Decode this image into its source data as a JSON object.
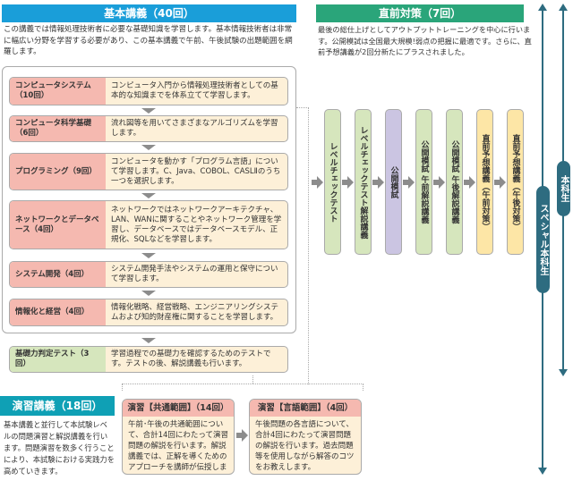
{
  "basic": {
    "title": "基本講義（40回）",
    "description": "この講義では情報処理技術者に必要な基礎知識を学習します。基本情報技術者は非常に幅広い分野を学習する必要があり、この基本講義で午前、午後試験の出題範囲を網羅します。",
    "rows": [
      {
        "name": "コンピュータシステム（10回）",
        "text": "コンピュータ入門から情報処理技術者としての基本的な知識までを体系立てて学習します。"
      },
      {
        "name": "コンピュータ科学基礎（6回）",
        "text": "流れ図等を用いてさまざまなアルゴリズムを学習します。"
      },
      {
        "name": "プログラミング（9回）",
        "text": "コンピュータを動かす「プログラム言語」について学習します。C、Java、COBOL、CASLⅡのうち一つを選択します。"
      },
      {
        "name": "ネットワークとデータベース（4回）",
        "text": "ネットワークではネットワークアーキテクチャ、LAN、WANに関することやネットワーク管理を学習し、データベースではデータベースモデル、正規化、SQLなどを学習します。"
      },
      {
        "name": "システム開発（4回）",
        "text": "システム開発手法やシステムの運用と保守について学習します。"
      },
      {
        "name": "情報化と経営（4回）",
        "text": "情報化戦略、経営戦略、エンジニアリングシステムおよび知的財産権に関することを学習します。"
      }
    ],
    "test": {
      "name": "基礎力判定テスト（3回）",
      "text": "学習過程での基礎力を確認するためのテストです。テストの後、解説講義も行います。"
    }
  },
  "final": {
    "title": "直前対策（7回）",
    "description": "最後の総仕上げとしてアウトプットトレーニングを中心に行います。公開模試は全国最大規模!弱点の把握に最適です。さらに、直前予想講義が2回分新たにプラスされました。",
    "steps": [
      "レベルチェックテスト",
      "レベルチェックテスト解説講義",
      "公開模試",
      "公開模試 午前解説講義",
      "公開模試 午後解説講義",
      "直前予想講義（午前対策）",
      "直前予想講義（午後対策）"
    ]
  },
  "courses": {
    "honkasei": "本科生",
    "special": "スペシャル本科生"
  },
  "exercise": {
    "title": "演習講義（18回）",
    "description": "基本講義と並行して本試験レベルの問題演習と解説講義を行います。問題演習を数多く行うことにより、本試験における実践力を高めていきます。",
    "boxes": [
      {
        "title": "演習【共通範囲】（14回）",
        "text": "午前･午後の共通範囲について、合計14回にわたって演習問題の解説を行います。解説講義では、正解を導くためのアプローチを講師が伝授します。"
      },
      {
        "title": "演習【言語範囲】（4回）",
        "text": "午後問題の各言語について、合計4回にわたって演習問題の解説を行います。過去問題等を使用しながら解答のコツをお教えします。"
      }
    ]
  },
  "colors": {
    "basic": "#1a9ed9",
    "final": "#2aa57a",
    "exercise": "#0fa0b5",
    "course": "#2e6c80"
  }
}
